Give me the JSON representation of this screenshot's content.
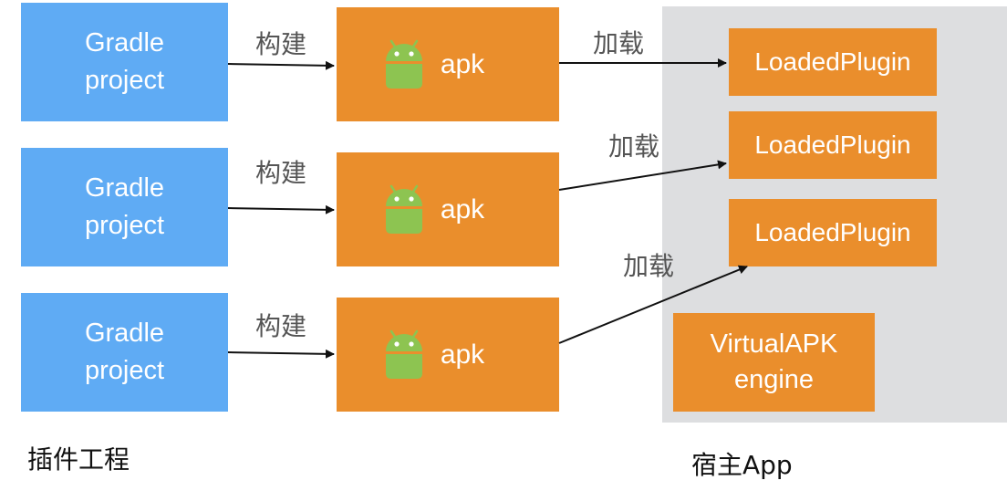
{
  "colors": {
    "gradle": "#5fabf4",
    "apk": "#ea8e2c",
    "host": "#dddee0",
    "android": "#8dc451"
  },
  "projects": [
    {
      "line1": "Gradle",
      "line2": "project"
    },
    {
      "line1": "Gradle",
      "line2": "project"
    },
    {
      "line1": "Gradle",
      "line2": "project"
    }
  ],
  "apks": [
    {
      "label": "apk",
      "icon": "android-robot-icon"
    },
    {
      "label": "apk",
      "icon": "android-robot-icon"
    },
    {
      "label": "apk",
      "icon": "android-robot-icon"
    }
  ],
  "build_labels": [
    "构建",
    "构建",
    "构建"
  ],
  "load_labels": [
    "加载",
    "加载",
    "加载"
  ],
  "plugins": [
    "LoadedPlugin",
    "LoadedPlugin",
    "LoadedPlugin"
  ],
  "engine": {
    "line1": "VirtualAPK",
    "line2": "engine"
  },
  "captions": {
    "plugin_project": "插件工程",
    "host_app": "宿主App"
  }
}
